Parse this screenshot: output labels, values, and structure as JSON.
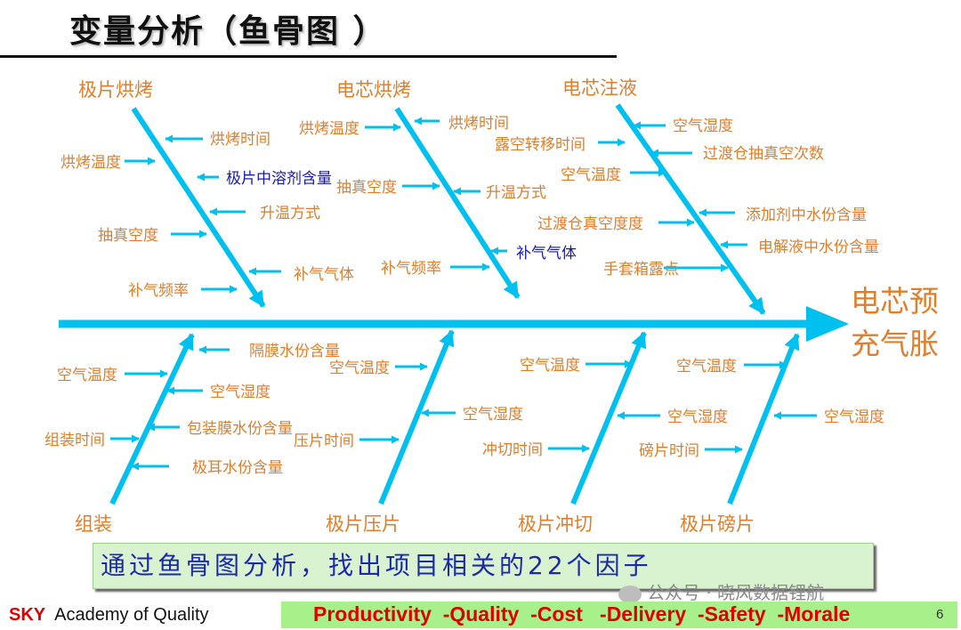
{
  "page": {
    "title": "变量分析（鱼骨图 ）",
    "summary": "通过鱼骨图分析，找出项目相关的22个因子",
    "footer_left_brand": "SKY",
    "footer_left_text": "Academy of Quality",
    "footer_slogan": "Productivity  -Quality  -Cost   -Delivery  -Safety  -Morale",
    "page_number": "6",
    "watermark": "公众号 · 晓风数据锂航"
  },
  "colors": {
    "bone": "#00c0f0",
    "label": "#e07e2a",
    "highlight": "#1a1aa8",
    "summary_text": "#1c2aa8",
    "footer_red": "#e00000"
  },
  "diagram": {
    "effect": [
      "电芯预",
      "充气胀"
    ],
    "categories": {
      "top": [
        {
          "label": "极片烘烤",
          "causes": [
            "烘烤时间",
            "烘烤温度",
            "极片中溶剂含量",
            "升温方式",
            "抽真空度",
            "补气气体",
            "补气频率"
          ]
        },
        {
          "label": "电芯烘烤",
          "causes": [
            "烘烤温度",
            "烘烤时间",
            "抽真空度",
            "升温方式",
            "补气频率",
            "补气气体"
          ]
        },
        {
          "label": "电芯注液",
          "causes": [
            "空气湿度",
            "露空转移时间",
            "过渡仓抽真空次数",
            "空气温度",
            "添加剂中水份含量",
            "过渡仓真空度度",
            "电解液中水份含量",
            "手套箱露点"
          ]
        }
      ],
      "bottom": [
        {
          "label": "组装",
          "causes": [
            "隔膜水份含量",
            "空气温度",
            "空气湿度",
            "包装膜水份含量",
            "组装时间",
            "极耳水份含量"
          ]
        },
        {
          "label": "极片压片",
          "causes": [
            "空气温度",
            "空气湿度",
            "压片时间"
          ]
        },
        {
          "label": "极片冲切",
          "causes": [
            "空气温度",
            "空气湿度",
            "冲切时间"
          ]
        },
        {
          "label": "极片磅片",
          "causes": [
            "空气温度",
            "空气湿度",
            "磅片时间"
          ]
        }
      ]
    }
  }
}
